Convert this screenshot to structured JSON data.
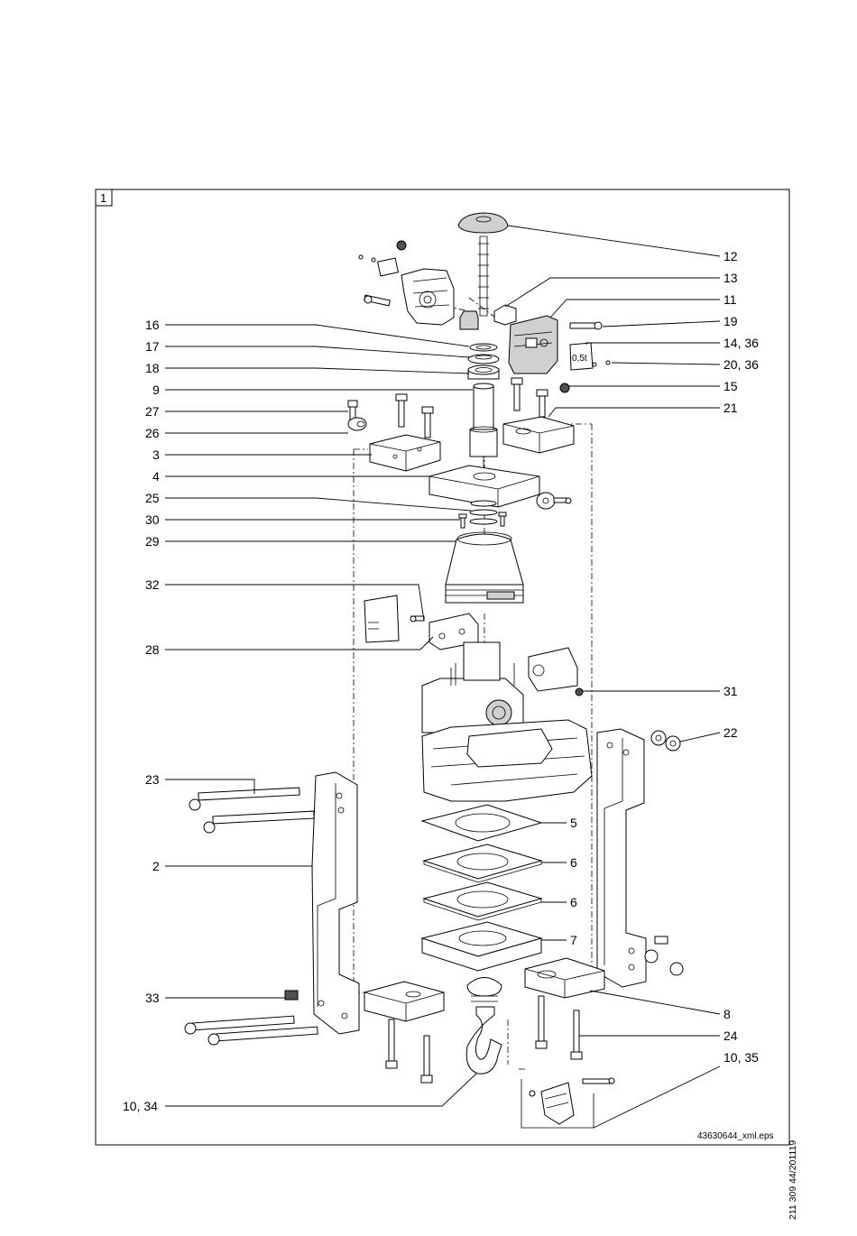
{
  "figure": {
    "frame_id": "1",
    "file_name": "43630644_xml.eps",
    "vertical_code": "211 309 44/201119"
  },
  "labels_left": [
    "16",
    "17",
    "18",
    "9",
    "27",
    "26",
    "3",
    "4",
    "25",
    "30",
    "29",
    "32",
    "28",
    "23",
    "2",
    "33",
    "10, 34"
  ],
  "labels_right": [
    "12",
    "13",
    "11",
    "19",
    "14, 36",
    "20, 36",
    "15",
    "21",
    "31",
    "22",
    "5",
    "6",
    "6",
    "7",
    "8",
    "24",
    "10, 35"
  ],
  "plate_text": "0,5t"
}
